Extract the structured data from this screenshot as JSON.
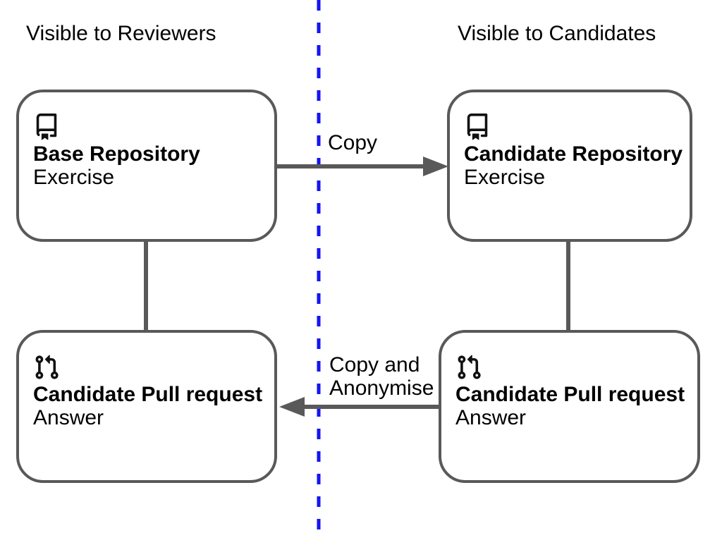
{
  "diagram": {
    "sections": {
      "reviewers_label": "Visible to Reviewers",
      "candidates_label": "Visible to Candidates"
    },
    "nodes": {
      "base_repository": {
        "icon": "repo-icon",
        "title": "Base Repository",
        "subtitle": "Exercise"
      },
      "candidate_repository": {
        "icon": "repo-icon",
        "title": "Candidate Repository",
        "subtitle": "Exercise"
      },
      "candidate_pull_request_reviewer": {
        "icon": "pull-request-icon",
        "title": "Candidate Pull request",
        "subtitle": "Answer"
      },
      "candidate_pull_request_candidate": {
        "icon": "pull-request-icon",
        "title": "Candidate Pull request",
        "subtitle": "Answer"
      }
    },
    "edges": {
      "copy": {
        "label": "Copy"
      },
      "copy_and_anonymise": {
        "label_line1": "Copy and",
        "label_line2": "Anonymise"
      }
    },
    "colors": {
      "stroke_gray": "#595959",
      "divider_blue": "#1414f0",
      "text": "#000000",
      "node_fill": "#ffffff"
    }
  }
}
